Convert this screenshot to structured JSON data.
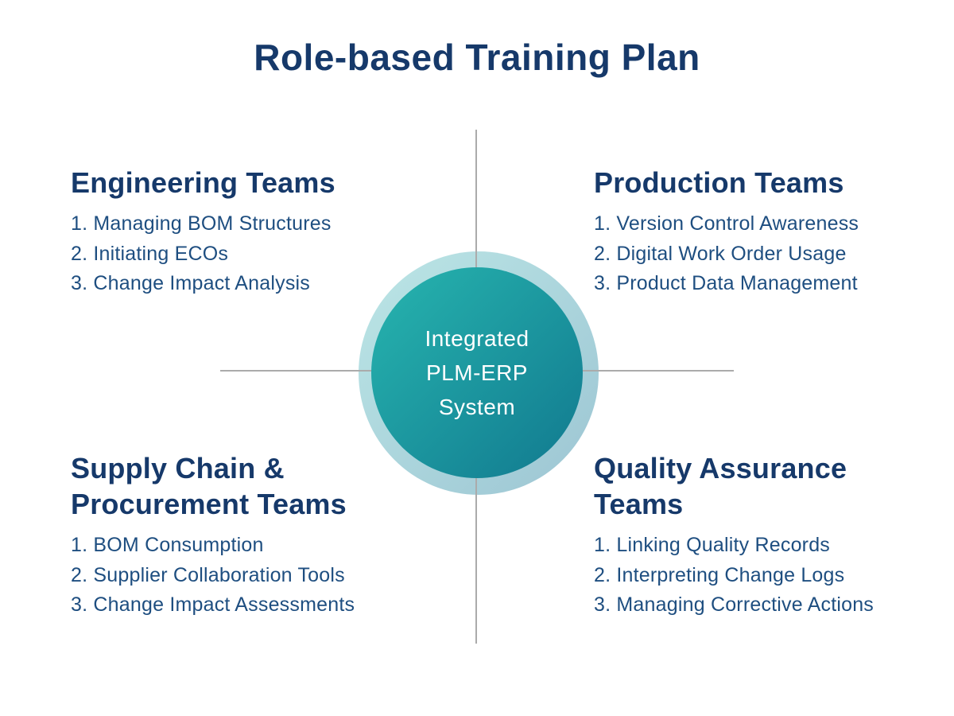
{
  "title": "Role-based Training Plan",
  "center_circle": {
    "line1": "Integrated",
    "line2": "PLM-ERP",
    "line3": "System"
  },
  "quadrants": {
    "top_left": {
      "heading": "Engineering Teams",
      "items": [
        "1. Managing BOM Structures",
        "2. Initiating ECOs",
        "3. Change Impact Analysis"
      ]
    },
    "top_right": {
      "heading": "Production Teams",
      "items": [
        "1. Version Control Awareness",
        "2. Digital Work Order Usage",
        "3. Product Data Management"
      ]
    },
    "bottom_left": {
      "heading": "Supply Chain & Procurement Teams",
      "items": [
        "1. BOM Consumption",
        "2. Supplier Collaboration Tools",
        "3. Change Impact Assessments"
      ]
    },
    "bottom_right": {
      "heading": "Quality Assurance Teams",
      "items": [
        "1. Linking Quality Records",
        "2. Interpreting Change Logs",
        "3. Managing Corrective Actions"
      ]
    }
  },
  "colors": {
    "title_navy": "#16396a",
    "body_blue": "#1e4e80",
    "axis_line_gray": "#ababab",
    "ring_gradient_start": "#bce6e6",
    "ring_gradient_end": "#9cc5d3",
    "circle_gradient_start": "#27b5af",
    "circle_gradient_end": "#11798f",
    "center_text": "#ffffff"
  }
}
